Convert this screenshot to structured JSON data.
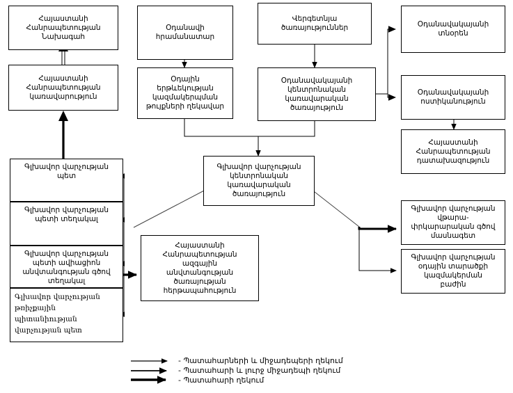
{
  "diagram": {
    "title": "Armenian Civil Aviation Administrative Structure Chart",
    "boxes": {
      "president": "Հայաստանի\nՀանրապետության\nՆախագահ",
      "government": "Հայաստանի\nՀանրապետության\nկառավարություն",
      "aviation_inspector": "Օդանավի\nհրամանատար",
      "air_traffic_controller": "Օդային\nերթևեկության\nկազմակերպման\nթույքների ղեկավար",
      "supervisory_services": "Վերգետնյա\nծառայություններ",
      "aviation_central_service": "Օդանավակայանի\nկենտրոնական\nկառավարական\nծառայություն",
      "aviation_home": "Օդանավակայանի\nտնօրեն",
      "aviation_police": "Օդանավակայանի\nոստիկանություն",
      "prosecutor": "Հայաստանի\nՀանրապետության\nդատախազություն",
      "chief_head": "Գլխավոր վարչության\nպետ",
      "chief_deputy": "Գլխավոր վարչության\nպետի տեղակալ",
      "chief_deputy_safety": "Գլխավոր վարչության\nպետի ավիացիոն\nանվտանգության գծով\nտեղակալ",
      "chief_flight_dept": "Գլխավոր վարչության\nթռիչքային\nպիտանիության\nվարչության պետ",
      "central_management": "Գլխավոր վարչության\nկենտրոնական\nկառավարական\nծառայություն",
      "national_security": "Հայաստանի\nՀանրապետության\nազգային\nանվտանգության\nծառայության\nհերթապահություն",
      "specialist": "Գլխավոր վարչության\nվթարա-\nփրկարարական գծով\nմասնագետ",
      "air_space_dept": "Գլխավոր վարչության\nօդային տարածքի\nկազմակերման\nբաժին"
    },
    "legend": [
      {
        "style": "thin",
        "label": "- Պատահարների և միջադեպերի ղեկում"
      },
      {
        "style": "medium",
        "label": "- Պատահարի և լուրջ միջադեպի ղեկում"
      },
      {
        "style": "thick",
        "label": "- Պատահարի ղեկում"
      }
    ]
  }
}
